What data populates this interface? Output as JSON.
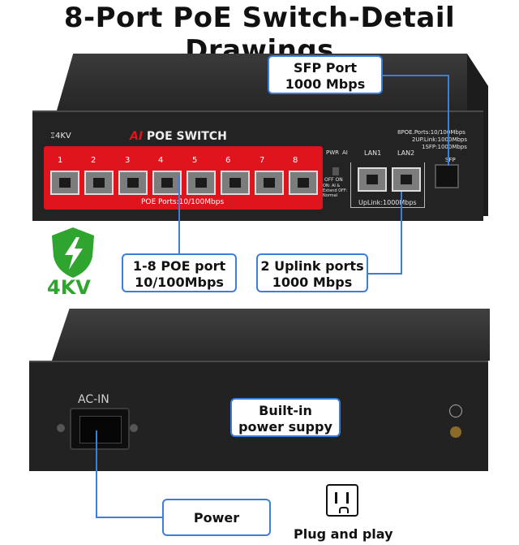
{
  "title": "8-Port PoE Switch-Detail Drawings",
  "front": {
    "rating": "⑄4KV",
    "brand_ai": "AI",
    "brand_text": "POE SWITCH",
    "port_numbers": [
      "1",
      "2",
      "3",
      "4",
      "5",
      "6",
      "7",
      "8"
    ],
    "poe_ports_label": "POE Ports:10/100Mbps",
    "pwr_label": "PWR",
    "ai_label": "AI",
    "switch_label": "OFF ON",
    "switch_note": "ON: AI & Extend  OFF: Normal",
    "lan1": "LAN1",
    "lan2": "LAN2",
    "uplink_label": "UpLink:1000Mbps",
    "spec_lines": [
      "8POE.Ports:10/100Mbps",
      "2UP.Link:1000Mbps",
      "1SFP:1000Mbps"
    ],
    "sfp_label": "SFP"
  },
  "callouts": {
    "sfp": [
      "SFP Port",
      "1000 Mbps"
    ],
    "poe": [
      "1-8 POE port",
      "10/100Mbps"
    ],
    "uplink": [
      "2 Uplink ports",
      "1000 Mbps"
    ],
    "builtin": [
      "Built-in",
      "power suppy"
    ],
    "power": "Power"
  },
  "badge": {
    "text": "4KV",
    "icon": "lightning-shield-icon",
    "color": "#2fa52f"
  },
  "back": {
    "ac_in": "AC-IN",
    "ground_icon": "ground-icon"
  },
  "plug_label": "Plug and play",
  "colors": {
    "accent": "#3b7fd8",
    "poe_panel": "#e0141c",
    "chassis": "#2b2b2b"
  }
}
